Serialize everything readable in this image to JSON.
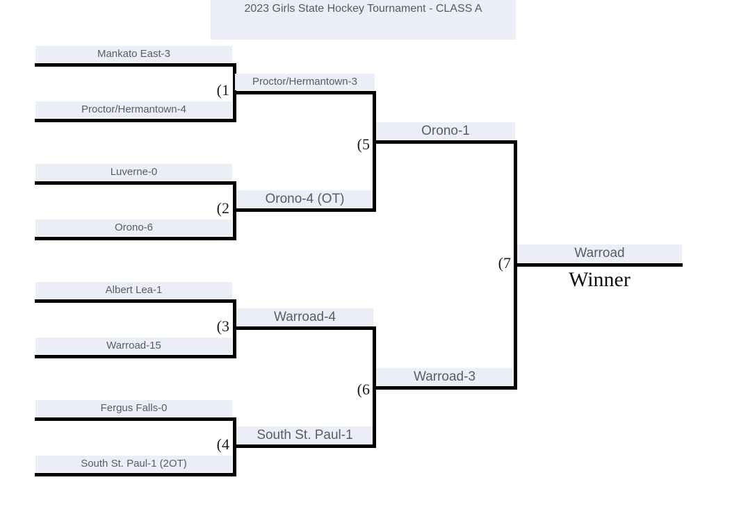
{
  "title": "2023 Girls State Hockey Tournament - CLASS A",
  "colors": {
    "label_background": "#ebedf7",
    "bracket_line": "#000000",
    "team_text": "#585d65",
    "match_number_text": "#1c1c1c",
    "winner_text": "#0e0e0e"
  },
  "bracket": {
    "round1": [
      {
        "num": "(1",
        "top_team": "Mankato East-3",
        "bottom_team": "Proctor/Hermantown-4"
      },
      {
        "num": "(2",
        "top_team": "Luverne-0",
        "bottom_team": "Orono-6"
      },
      {
        "num": "(3",
        "top_team": "Albert Lea-1",
        "bottom_team": "Warroad-15"
      },
      {
        "num": "(4",
        "top_team": "Fergus Falls-0",
        "bottom_team": "South St. Paul-1 (2OT)"
      }
    ],
    "semifinals": [
      {
        "num": "(5",
        "top_team": "Proctor/Hermantown-3",
        "bottom_team": "Orono-4 (OT)"
      },
      {
        "num": "(6",
        "top_team": "Warroad-4",
        "bottom_team": "South St. Paul-1"
      }
    ],
    "final": {
      "num": "(7",
      "top_team": "Orono-1",
      "bottom_team": "Warroad-3"
    },
    "champion": {
      "team": "Warroad",
      "caption": "Winner"
    }
  }
}
